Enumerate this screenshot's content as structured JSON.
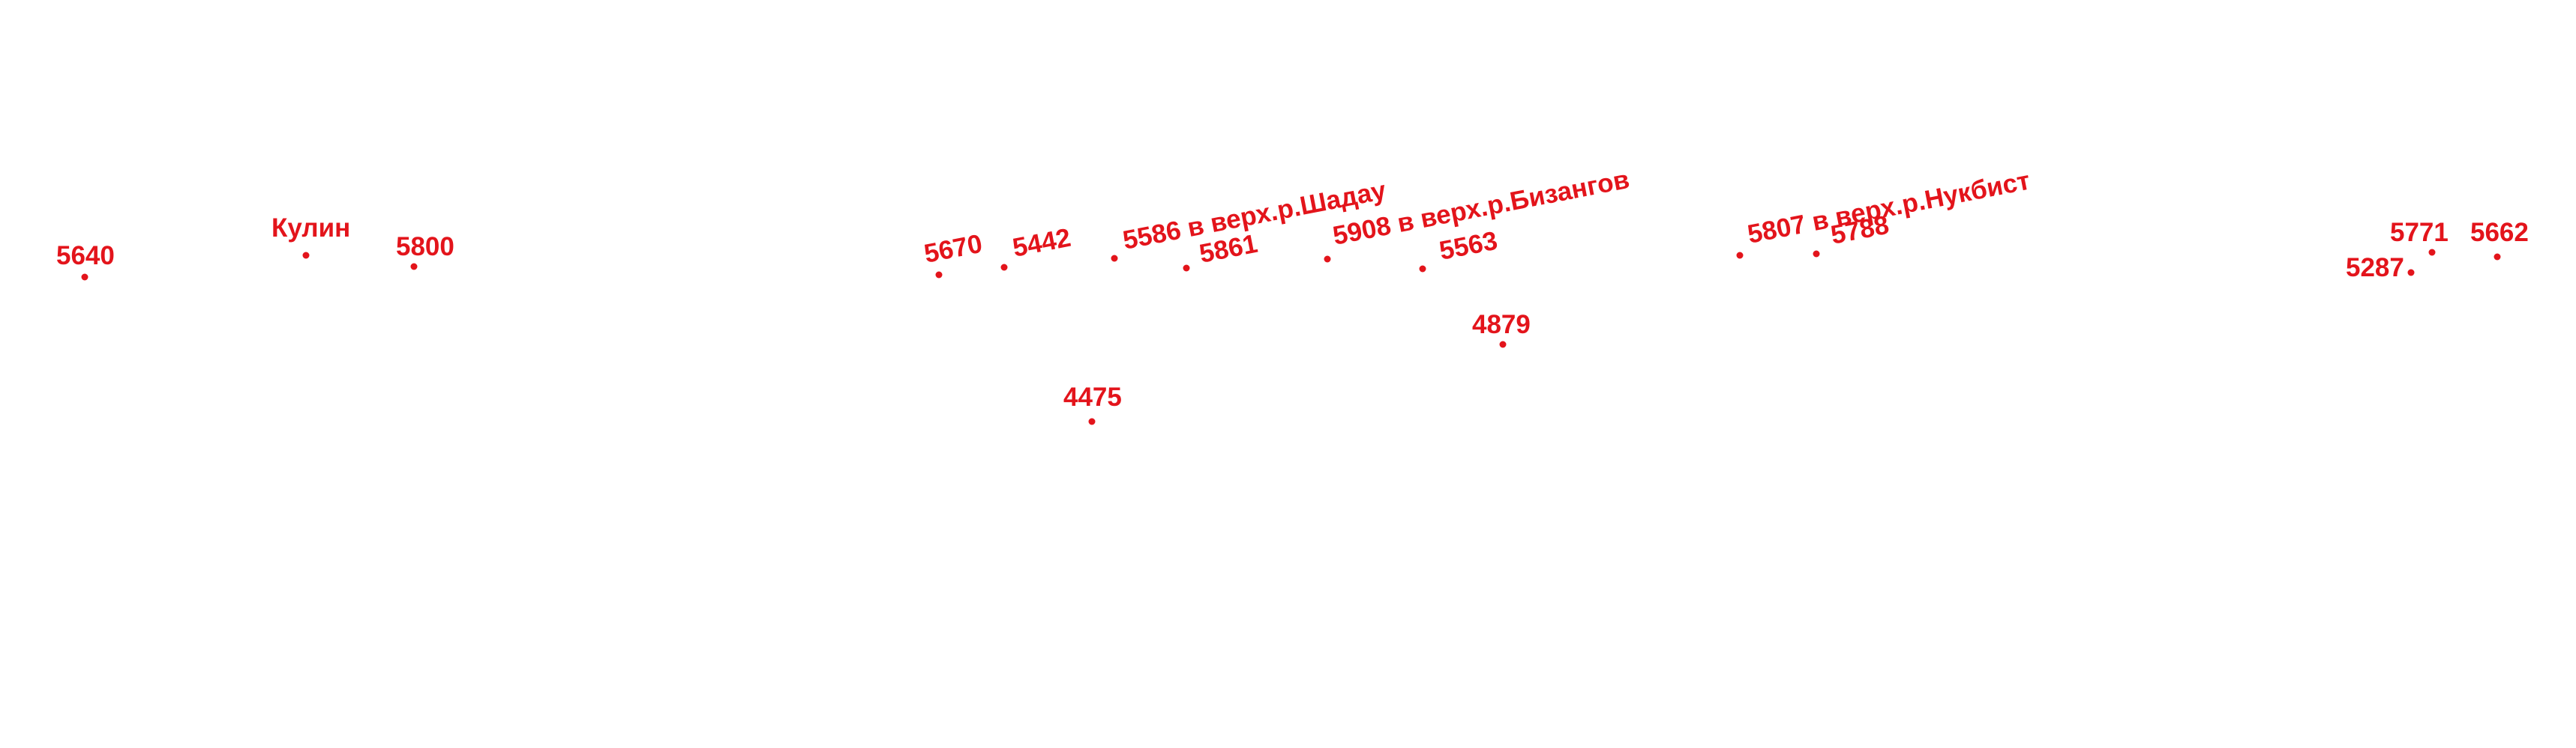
{
  "style": {
    "label_color": "#e3141b",
    "dot_color": "#e3141b",
    "background": "#ffffff"
  },
  "places": [
    {
      "id": "5640",
      "label": "5640"
    },
    {
      "id": "kulin",
      "label": "Кулин"
    },
    {
      "id": "5800",
      "label": "5800"
    },
    {
      "id": "5670",
      "label": "5670"
    },
    {
      "id": "5442",
      "label": "5442"
    },
    {
      "id": "5586",
      "label": "5586 в верх.р.Шадау"
    },
    {
      "id": "5861",
      "label": "5861"
    },
    {
      "id": "4475",
      "label": "4475"
    },
    {
      "id": "5908",
      "label": "5908 в верх.р.Бизангов"
    },
    {
      "id": "5563",
      "label": "5563"
    },
    {
      "id": "4879",
      "label": "4879"
    },
    {
      "id": "5807",
      "label": "5807 в верх.р.Нукбист"
    },
    {
      "id": "5788",
      "label": "5788"
    },
    {
      "id": "5771",
      "label": "5771"
    },
    {
      "id": "5287",
      "label": "5287"
    },
    {
      "id": "5662",
      "label": "5662"
    }
  ]
}
